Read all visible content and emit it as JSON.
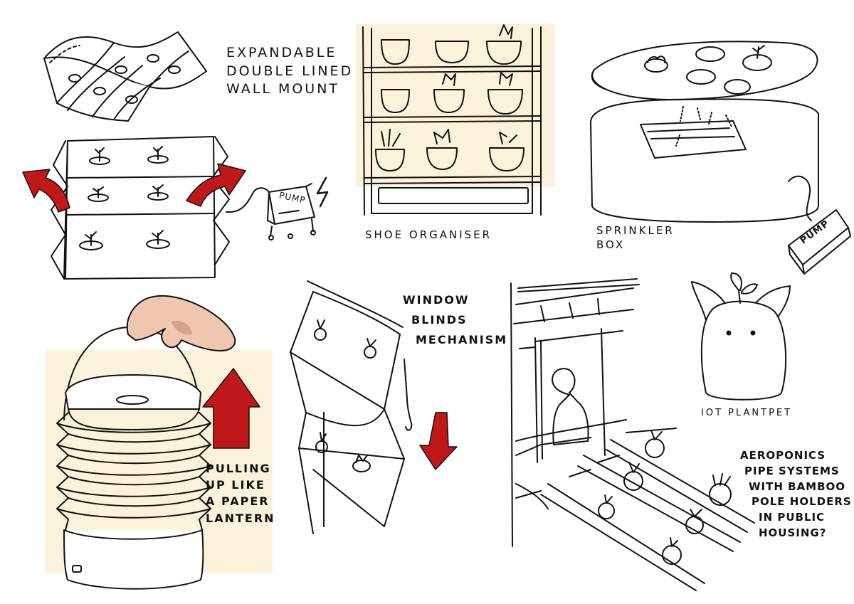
{
  "colors": {
    "ink": "#111111",
    "cream": "#fbf2dc",
    "arrow_red": "#c01818",
    "skin": "#f0c6b0",
    "skin_shadow": "#d7a08f"
  },
  "sketches": {
    "wall_mount": {
      "lines": [
        "EXPANDABLE",
        "DOUBLE LINED",
        "WALL MOUNT"
      ]
    },
    "pump_small": {
      "label": "PUMP"
    },
    "shoe_organiser": {
      "label": "SHOE ORGANISER"
    },
    "sprinkler_box": {
      "lines": [
        "SPRINKLER",
        "BOX"
      ],
      "pump_label": "PUMP"
    },
    "lantern": {
      "lines": [
        "PULLING",
        "UP LIKE",
        "A PAPER",
        "LANTERN"
      ]
    },
    "window_blinds": {
      "lines": [
        "WINDOW",
        "BLINDS",
        "MECHANISM"
      ]
    },
    "iot_pet": {
      "label": "IOT PLANTPET"
    },
    "aeroponics": {
      "lines": [
        "AEROPONICS",
        "PIPE SYSTEMS",
        "WITH BAMBOO",
        "POLE HOLDERS",
        "IN PUBLIC",
        "HOUSING?"
      ]
    }
  }
}
